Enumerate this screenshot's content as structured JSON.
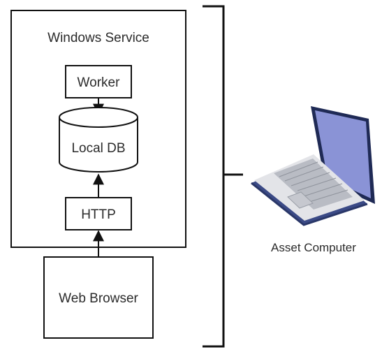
{
  "diagram": {
    "windows_service": {
      "title": "Windows Service"
    },
    "worker": {
      "label": "Worker"
    },
    "local_db": {
      "label": "Local DB"
    },
    "http": {
      "label": "HTTP"
    },
    "web_browser": {
      "label": "Web Browser"
    },
    "asset_computer": {
      "label": "Asset Computer"
    }
  },
  "colors": {
    "stroke": "#111111",
    "text": "#2b2b2b",
    "laptop_screen": "#8a93d6",
    "laptop_body": "#3b4a86",
    "laptop_keyboard": "#b9bcc4",
    "laptop_deck": "#e3e4e8"
  },
  "icons": {
    "asset_computer": "laptop-icon"
  }
}
